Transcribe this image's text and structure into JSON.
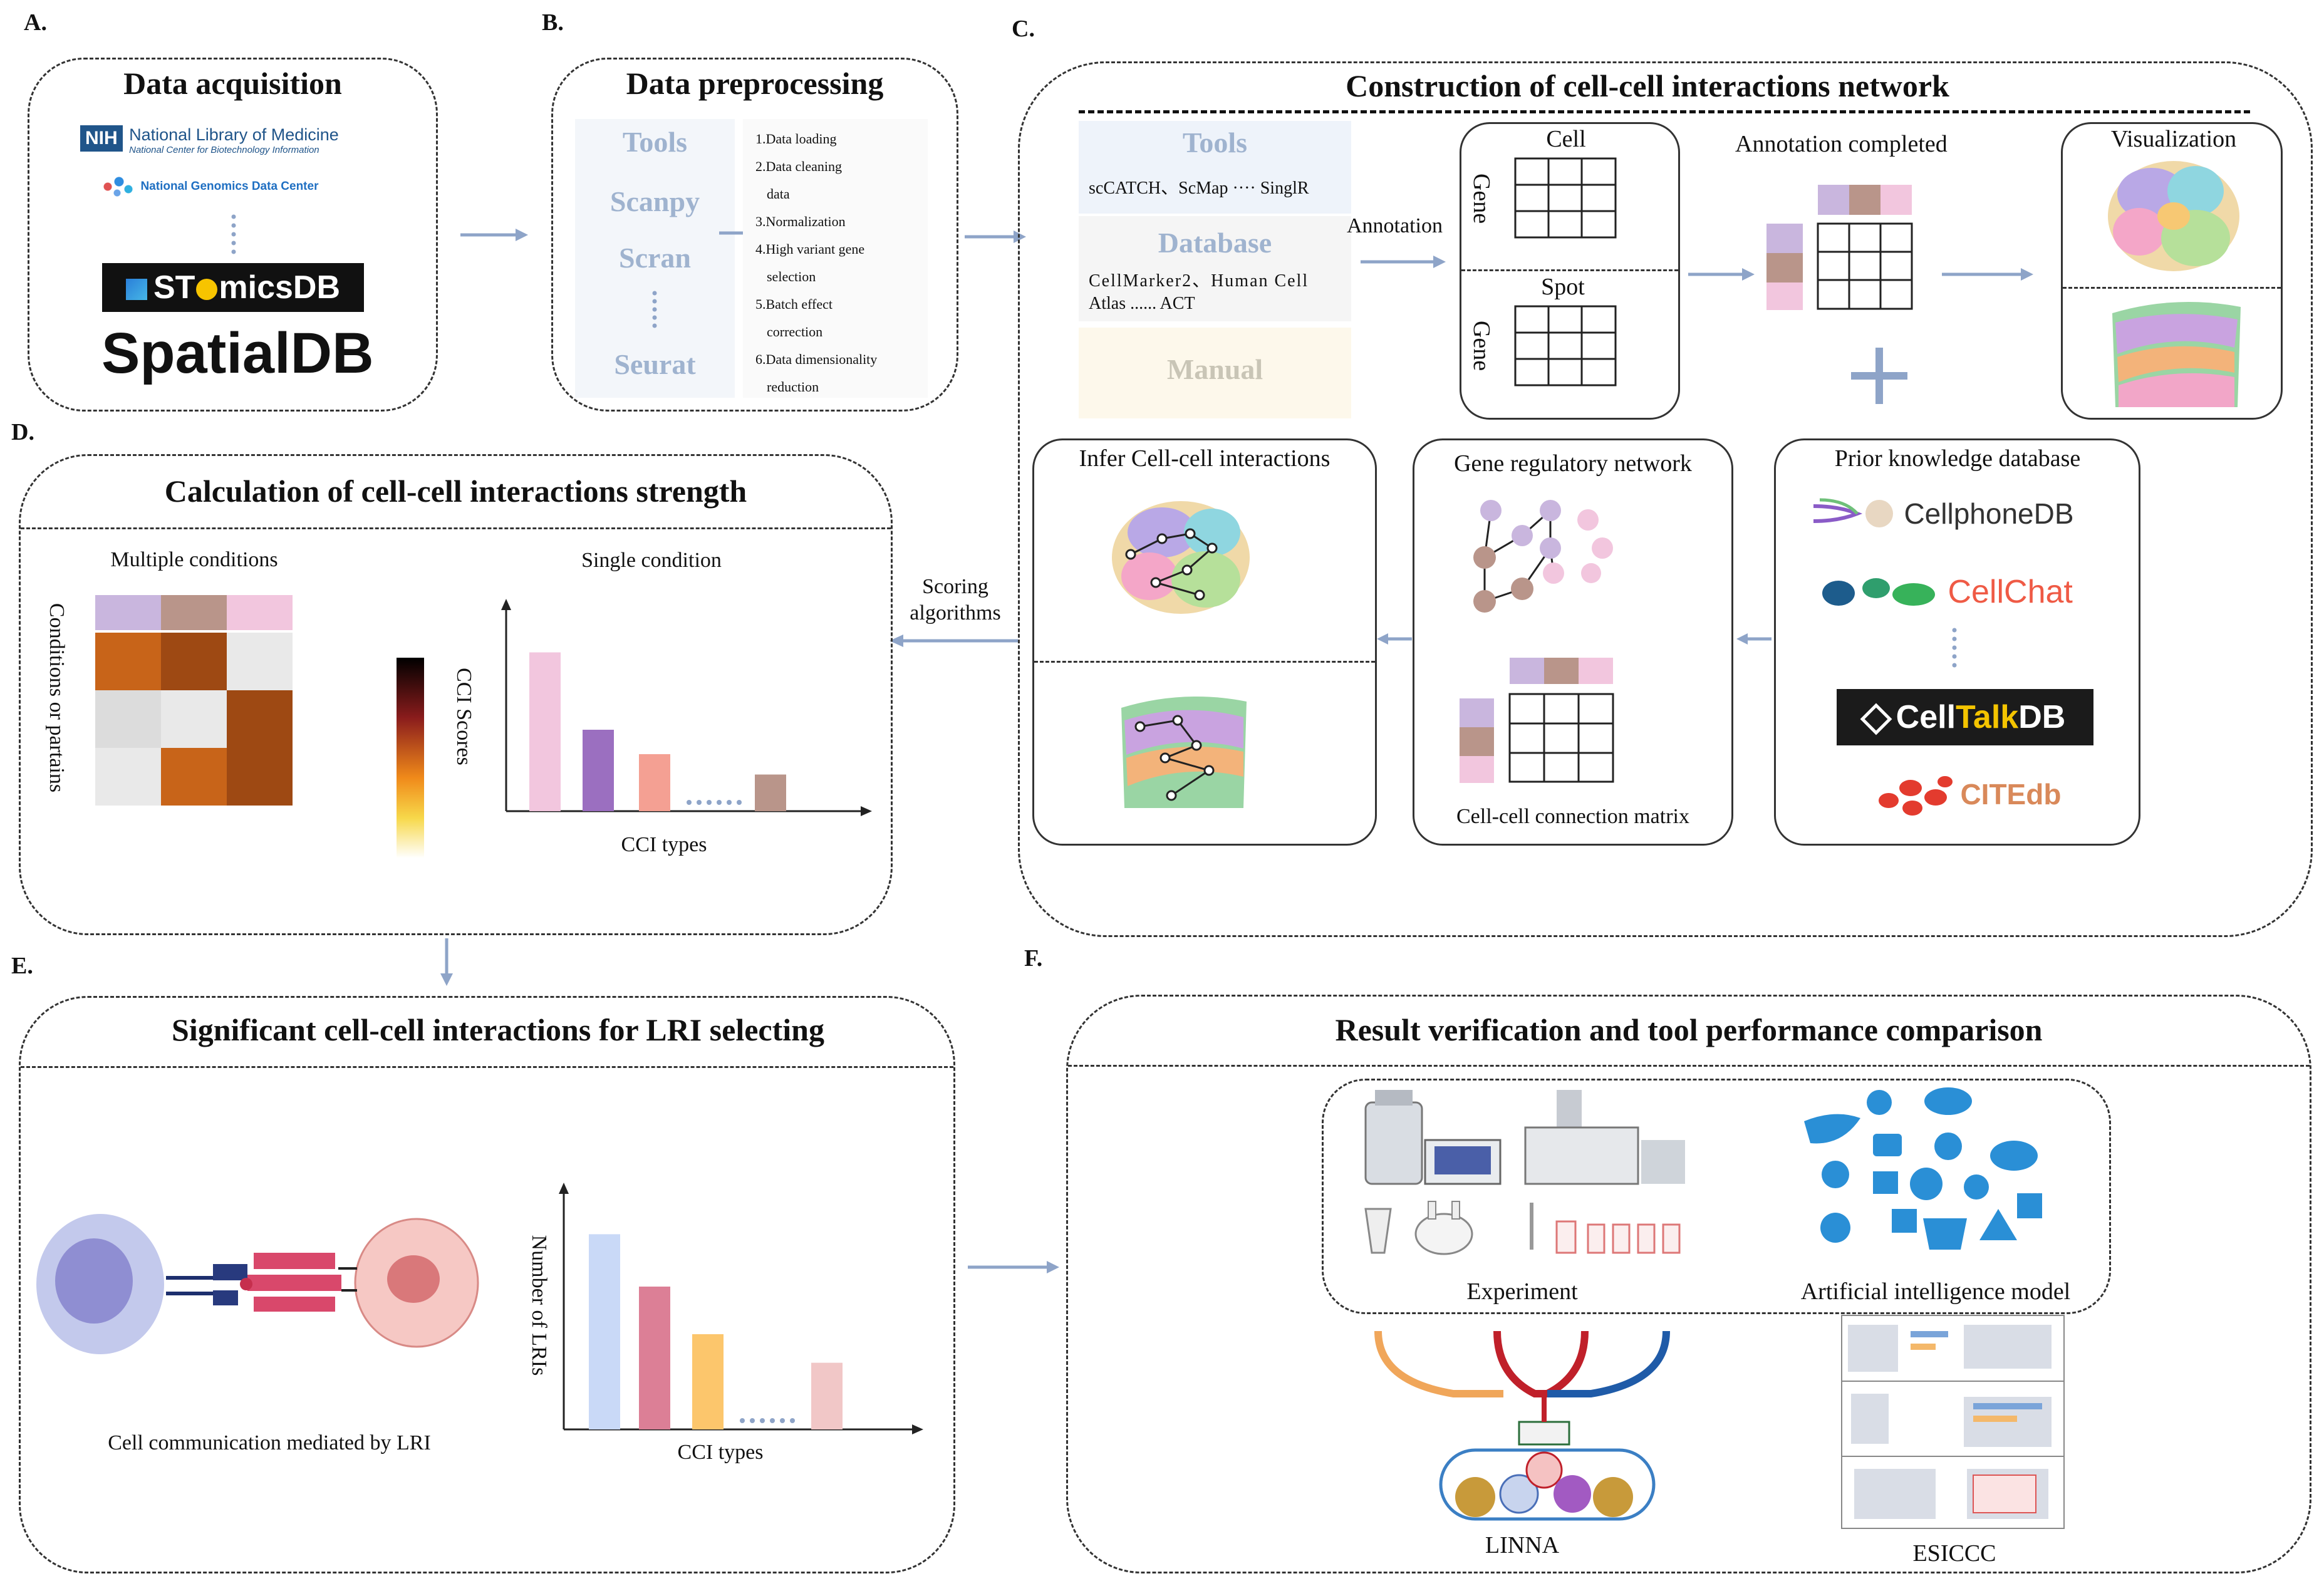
{
  "panels": {
    "a": {
      "letter": "A.",
      "title": "Data acquisition",
      "logos": {
        "nih_badge": "NIH",
        "nih_name": "National Library of Medicine",
        "nih_sub": "National Center for Biotechnology Information",
        "ngdc": "National Genomics Data Center",
        "stomics_a": "ST",
        "stomics_b": "micsDB",
        "spatialdb": "SpatialDB"
      }
    },
    "b": {
      "letter": "B.",
      "title": "Data preprocessing",
      "tools": [
        "Tools",
        "Scanpy",
        "Scran",
        "Seurat"
      ],
      "steps": [
        "1.Data loading",
        "2.Data cleaning",
        "data",
        "3.Normalization",
        "4.High variant gene",
        "selection",
        "5.Batch effect",
        "correction",
        "6.Data dimensionality",
        "reduction"
      ]
    },
    "c": {
      "letter": "C.",
      "title": "Construction of cell-cell interactions network",
      "tools_label": "Tools",
      "tools_text": "scCATCH、ScMap ···· SinglR",
      "database_label": "Database",
      "database_text_1": "CellMarker2、Human Cell",
      "database_text_2": "Atlas ...... ACT",
      "manual_label": "Manual",
      "annotation": "Annotation",
      "cell": "Cell",
      "spot": "Spot",
      "gene": "Gene",
      "annotation_completed": "Annotation completed",
      "visualization": "Visualization",
      "infer": "Infer Cell-cell interactions",
      "grn": "Gene regulatory network",
      "prior": "Prior knowledge database",
      "matrix": "Cell-cell connection matrix",
      "db_logos": {
        "cellphonedb": "CellphoneDB",
        "cellchat": "CellChat",
        "celltalk_a": "Cell",
        "celltalk_b": "Talk",
        "celltalk_c": "DB",
        "citedb": "CITEdb"
      }
    },
    "d": {
      "letter": "D.",
      "title": "Calculation of cell-cell interactions strength",
      "multiple": "Multiple conditions",
      "single": "Single condition",
      "conditions_axis": "Conditions or partains",
      "cci_scores": "CCI Scores",
      "cci_types": "CCI types",
      "scoring": "Scoring",
      "algorithms": "algorithms"
    },
    "e": {
      "letter": "E.",
      "title": "Significant cell-cell interactions for LRI selecting",
      "caption": "Cell communication mediated by LRI",
      "ylabel": "Number of LRIs",
      "xlabel": "CCI types"
    },
    "f": {
      "letter": "F.",
      "title": "Result verification and tool performance comparison",
      "experiment": "Experiment",
      "ai": "Artificial intelligence model",
      "linna": "LINNA",
      "esiccc": "ESICCC"
    }
  },
  "colors": {
    "arrow": "#8ea4c8",
    "lilac": "#c9b6de",
    "brown": "#b9958a",
    "pink": "#f2c6de",
    "purple": "#9b6fc0",
    "salmon": "#f4a093"
  },
  "chart_data": [
    {
      "type": "heatmap",
      "title": "Multiple conditions",
      "ylabel": "Conditions or partains",
      "values": [
        [
          0.75,
          0.9,
          0.05
        ],
        [
          0.15,
          0.05,
          0.9
        ],
        [
          0.05,
          0.75,
          0.9
        ]
      ]
    },
    {
      "type": "bar",
      "title": "Single condition",
      "xlabel": "CCI types",
      "ylabel": "CCI Scores",
      "values": [
        0.78,
        0.4,
        0.28,
        null,
        0.18
      ],
      "colors": [
        "#f2c6de",
        "#9b6fc0",
        "#f4a093",
        null,
        "#b9958a"
      ]
    },
    {
      "type": "bar",
      "xlabel": "CCI types",
      "ylabel": "Number of LRIs",
      "values": [
        0.82,
        0.6,
        0.4,
        null,
        0.28
      ],
      "colors": [
        "#c9d9f7",
        "#dc7f96",
        "#fcc66c",
        null,
        "#f1c7c7"
      ]
    }
  ]
}
